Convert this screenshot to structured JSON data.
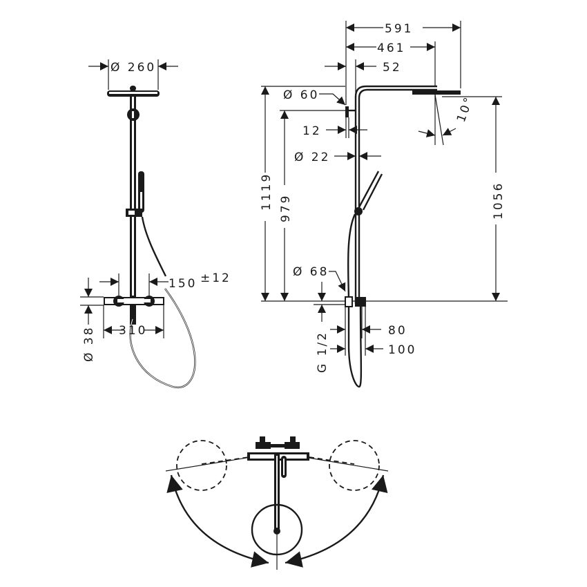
{
  "drawing": {
    "subject": "Shower system dimensional drawing",
    "colors": {
      "line": "#1a1a1a",
      "background": "#ffffff"
    }
  },
  "front_view": {
    "labels": {
      "head_diameter": "Ø 260",
      "valve_spacing": "150",
      "valve_spacing_tol": "±12",
      "mixer_width": "310",
      "mixer_diameter": "Ø 38"
    }
  },
  "side_view": {
    "labels": {
      "arm_length": "591",
      "head_center": "461",
      "wall_offset": "52",
      "connector_diameter": "Ø 60",
      "connector_depth": "12",
      "pipe_diameter": "Ø 22",
      "head_tilt": "10°",
      "total_height": "1119",
      "connector_height": "979",
      "head_height": "1056",
      "rosette_diameter": "Ø 68",
      "thread": "G 1/2",
      "depth_80": "80",
      "depth_100": "100"
    }
  },
  "top_view": {
    "description": "Swivel range of shower arm (top view)"
  }
}
